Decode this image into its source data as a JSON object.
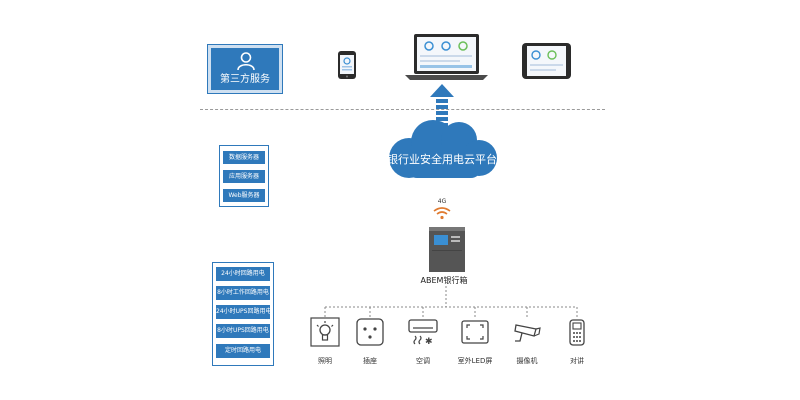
{
  "third_party": {
    "label": "第三方服务"
  },
  "servers": [
    "数据服务器",
    "应用服务器",
    "Web服务器"
  ],
  "circuits": [
    "24小时回路用电",
    "8小时工作回路用电",
    "24小时UPS回路用电",
    "8小时UPS回路用电",
    "定时回路用电"
  ],
  "cloud": {
    "label": "银行业安全用电云平台"
  },
  "network": {
    "label": "4G"
  },
  "cabinet": {
    "label": "ABEM银行箱"
  },
  "devices": [
    {
      "label": "照明",
      "icon": "bulb-icon"
    },
    {
      "label": "插座",
      "icon": "socket-icon"
    },
    {
      "label": "空调",
      "icon": "ac-icon"
    },
    {
      "label": "室外LED屏",
      "icon": "led-screen-icon"
    },
    {
      "label": "摄像机",
      "icon": "camera-icon"
    },
    {
      "label": "对讲",
      "icon": "intercom-icon"
    }
  ],
  "colors": {
    "primary": "#2f79bb",
    "accent": "#e07a2f"
  }
}
